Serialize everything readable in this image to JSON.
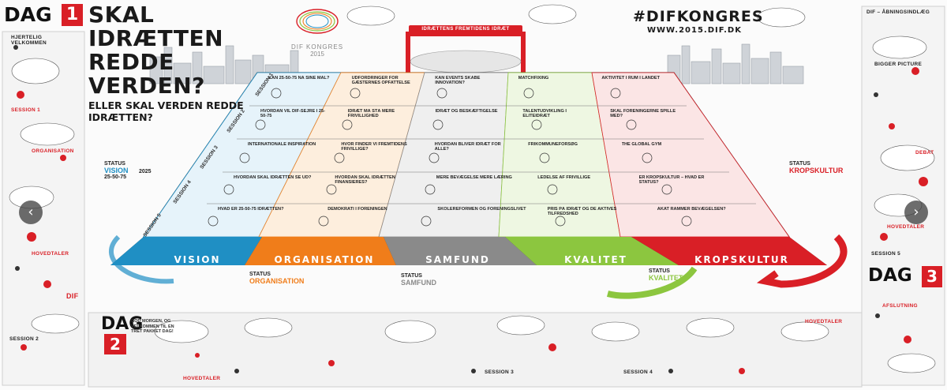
{
  "header": {
    "title_line1": "SKAL IDRÆTTEN",
    "title_line2": "REDDE VERDEN?",
    "subtitle": "ELLER SKAL VERDEN REDDE IDRÆTTEN?",
    "logo_text": "DIF KONGRES",
    "logo_year": "2015",
    "hashtag": "#DIFKONGRES",
    "url": "WWW.2015.DIF.DK"
  },
  "days": {
    "day1_label": "DAG",
    "day1_number": "1",
    "day2_label": "DAG",
    "day2_number": "2",
    "day3_label": "DAG",
    "day3_number": "3"
  },
  "banner": {
    "arch_text": "IDRÆTTENS FREMTIDENS IDRÆT"
  },
  "columns": [
    {
      "label": "VISION",
      "color": "#1f8fc4"
    },
    {
      "label": "ORGANISATION",
      "color": "#f07d1a"
    },
    {
      "label": "SAMFUND",
      "color": "#8a8a8a"
    },
    {
      "label": "KVALITET",
      "color": "#8cc63f"
    },
    {
      "label": "KROPSKULTUR",
      "color": "#d91f26"
    }
  ],
  "row_headers": [
    [
      "KAN 25-50-75 NÅ SINE MÅL?",
      "UDFORDRINGER FOR GÆSTERNES OPFATTELSE",
      "KAN EVENTS SKABE INNOVATION?",
      "MATCHFIXING",
      "AKTIVITET I RUM I LANDET"
    ],
    [
      "HVORDAN VIL DIF-SEJRE I 25-50-75",
      "IDRÆT MÅ STÅ MERE FRIVILLIGHED",
      "IDRÆT OG BESKÆFTIGELSE",
      "TALENTUDVIKLING I ELITEIDRÆT",
      "SKAL FORENINGERNE SPILLE MED?"
    ],
    [
      "INTERNATIONALE INSPIRATION",
      "HVOR FINDER VI FREMTIDENS FRIVILLIGE?",
      "HVORDAN BLIVER IDRÆT FOR ALLE?",
      "FRIKOMMUNEFORSØG",
      "THE GLOBAL GYM"
    ],
    [
      "HVORDAN SKAL IDRÆTTEN SE UD?",
      "HVORDAN SKAL IDRÆTTEN FINANSIERES?",
      "MERE BEVÆGELSE MERE LÆRING",
      "LEDELSE AF FRIVILLIGE",
      "ER KROPSKULTUR – HVAD ER STATUS?"
    ],
    [
      "HVAD ER 25-50-75 IDRÆTTEN?",
      "DEMOKRATI I FORENINGEN",
      "SKOLEREFORMEN OG FORENINGSLIVET",
      "PRIS PÅ IDRÆT OG DE AKTIVES TILFREDSHED",
      "AKAT RAMMER BEVÆGELSEN?"
    ]
  ],
  "status": {
    "vision_label": "STATUS",
    "vision_value": "VISION",
    "vision_years": "25-50-75",
    "organisation_label": "STATUS",
    "organisation_value": "ORGANISATION",
    "samfund_label": "STATUS",
    "samfund_value": "SAMFUND",
    "kvalitet_label": "STATUS",
    "kvalitet_value": "KVALITET",
    "kropskultur_label": "STATUS",
    "kropskultur_value": "KROPSKULTUR",
    "year": "2025"
  },
  "sessions": [
    "SESSION 1",
    "SESSION 2",
    "SESSION 3",
    "SESSION 4",
    "SESSION 5"
  ],
  "left_panel": {
    "welcome": "HJERTELIG VELKOMMEN",
    "label_a": "SESSION 1",
    "label_b": "ORGANISATION",
    "label_c": "HOVEDTALER",
    "label_d": "SESSION 2",
    "dif_mark": "DIF"
  },
  "right_panel": {
    "label_a": "DIF – ÅBNINGSINDLÆG",
    "label_b": "BIGGER PICTURE",
    "label_c": "DEBAT",
    "label_d": "HOVEDTALER",
    "label_e": "SESSION 5"
  },
  "bottom_strip": {
    "good_morning": "GOD MORGEN, OG VELKOMMEN TIL EN TRET PAKKET DAG!",
    "label_a": "HOVEDTALER",
    "label_b": "SESSION 3",
    "label_c": "SESSION 4",
    "label_d": "HOVEDTALER",
    "label_e": "AFSLUTNING"
  },
  "palette": {
    "red": "#d91f26",
    "blue": "#1f8fc4",
    "orange": "#f07d1a",
    "green": "#8cc63f",
    "grey": "#8a8a8a"
  }
}
